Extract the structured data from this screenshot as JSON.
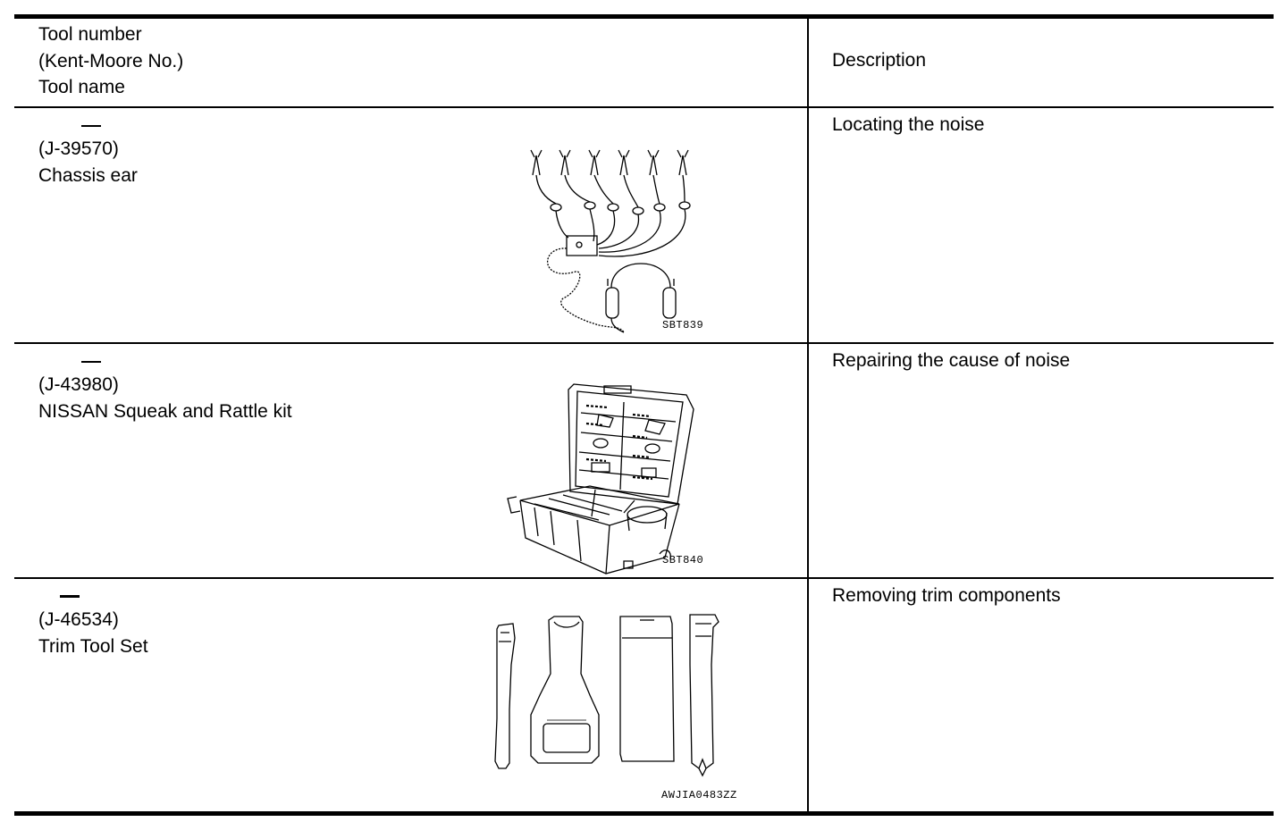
{
  "header": {
    "tool_col": [
      "Tool number",
      "(Kent-Moore No.)",
      "Tool name"
    ],
    "description_col": "Description"
  },
  "rows": [
    {
      "tool_number_placeholder": "—",
      "kent_moore_no": "(J-39570)",
      "tool_name": "Chassis ear",
      "description": "Locating the noise",
      "figure_code": "SBT839",
      "figure_icon": "chassis-ear-illustration-icon"
    },
    {
      "tool_number_placeholder": "—",
      "kent_moore_no": "(J-43980)",
      "tool_name": "NISSAN Squeak and Rattle kit",
      "description": "Repairing the cause of noise",
      "figure_code": "SBT840",
      "figure_icon": "squeak-rattle-kit-illustration-icon"
    },
    {
      "tool_number_placeholder": "—",
      "kent_moore_no": "(J-46534)",
      "tool_name": "Trim Tool Set",
      "description": "Removing trim components",
      "figure_code": "AWJIA0483ZZ",
      "figure_icon": "trim-tool-set-illustration-icon"
    }
  ]
}
